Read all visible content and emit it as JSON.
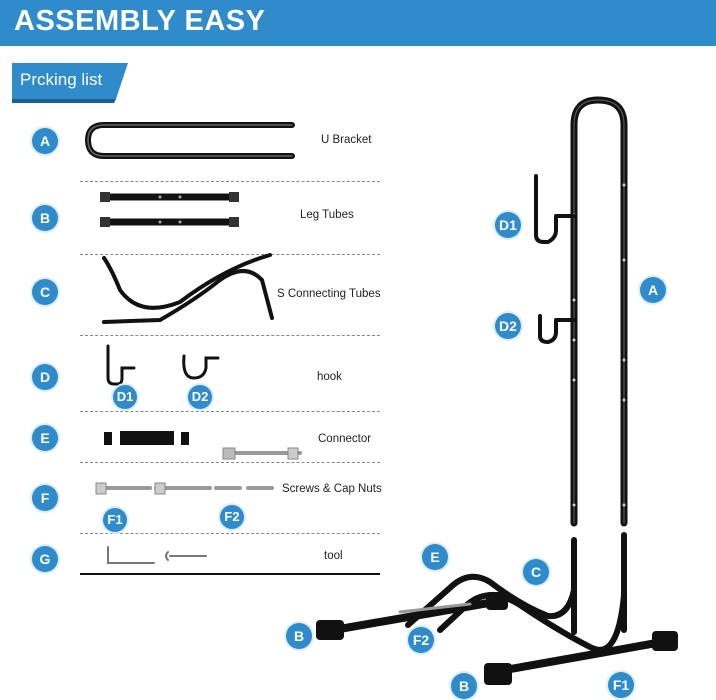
{
  "header": {
    "title": "ASSEMBLY EASY"
  },
  "section": {
    "label": "Prcking list"
  },
  "items": [
    {
      "badge": "A",
      "label": "U Bracket"
    },
    {
      "badge": "B",
      "label": "Leg Tubes"
    },
    {
      "badge": "C",
      "label": "S Connecting Tubes"
    },
    {
      "badge": "D",
      "label": "hook"
    },
    {
      "badge": "E",
      "label": "Connector"
    },
    {
      "badge": "F",
      "label": "Screws & Cap Nuts"
    },
    {
      "badge": "G",
      "label": "tool"
    }
  ],
  "sub_badges": {
    "d1": "D1",
    "d2": "D2",
    "f1": "F1",
    "f2": "F2"
  },
  "diagram_badges": {
    "d1": "D1",
    "d2": "D2",
    "a": "A",
    "e": "E",
    "c": "C",
    "b_left": "B",
    "f2": "F2",
    "b_bottom": "B",
    "f1": "F1"
  },
  "colors": {
    "brand": "#2f8bc9",
    "tube": "#111111"
  }
}
